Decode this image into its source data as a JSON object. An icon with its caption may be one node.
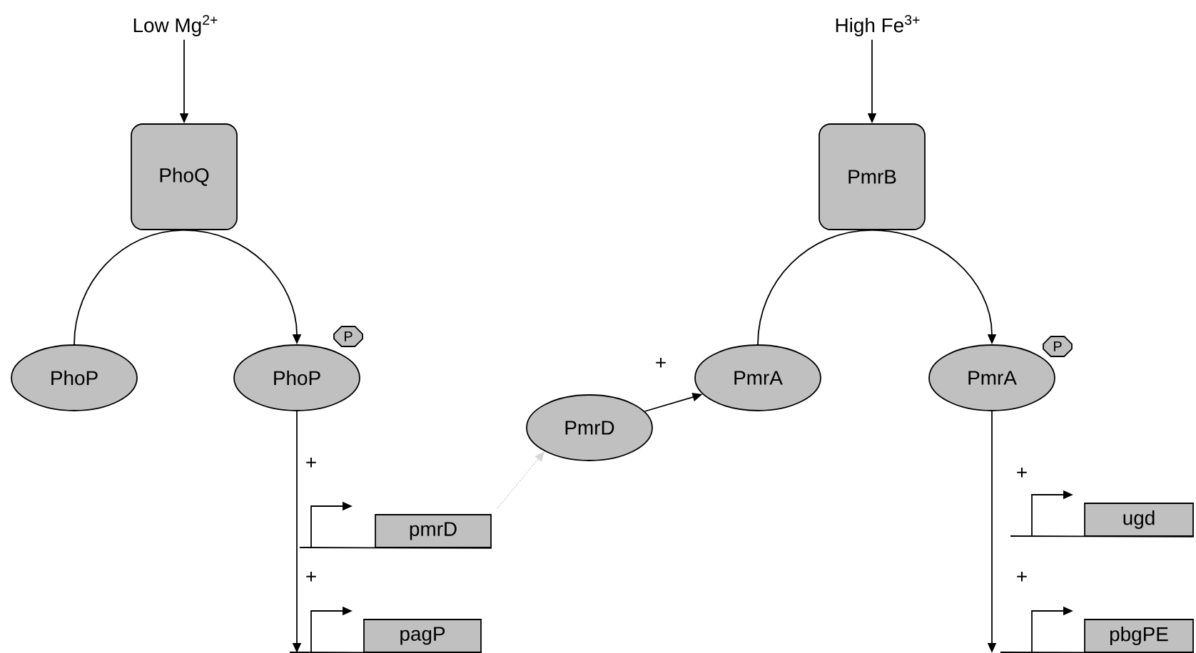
{
  "diagram": {
    "nodes": [
      {
        "text": [
          "Low Mg$^{2+}$"
        ]
      },
      {
        "text": [
          "PhoQ"
        ]
      },
      {
        "text": [
          "PhoP"
        ]
      },
      {
        "text": [
          "PhoP"
        ]
      },
      {
        "text": [
          "P"
        ]
      },
      {
        "text": [
          "pmrD"
        ]
      },
      {
        "text": [
          "pagP"
        ]
      },
      {
        "text": [
          "PmrD"
        ]
      },
      {
        "text": [
          "High Fe$^{3+}$"
        ]
      },
      {
        "text": [
          "PmrB"
        ]
      },
      {
        "text": [
          "PmrA"
        ]
      },
      {
        "text": [
          "PmrA"
        ]
      },
      {
        "text": [
          "P"
        ]
      },
      {
        "text": [
          "ugd"
        ]
      },
      {
        "text": [
          "pbgPE"
        ]
      }
    ],
    "edges": [
      {
        "from": 0,
        "to": 1,
        "arrow": "to"
      },
      {
        "from": 2,
        "to": 3,
        "arrow": "to"
      },
      {
        "from": 3,
        "to": 6,
        "arrow": "to"
      },
      {
        "from": 5,
        "to": 7,
        "arrow": "to",
        "style": "dashed",
        "color": "#d8d8d8"
      },
      {
        "from": 7,
        "to": 10,
        "arrow": "to",
        "label": "+"
      },
      {
        "from": 8,
        "to": 9,
        "arrow": "to"
      },
      {
        "from": 10,
        "to": 11,
        "arrow": "to"
      },
      {
        "from": 11,
        "to": 14,
        "arrow": "to"
      }
    ],
    "labels": [
      "+",
      "+",
      "+",
      "+"
    ]
  }
}
